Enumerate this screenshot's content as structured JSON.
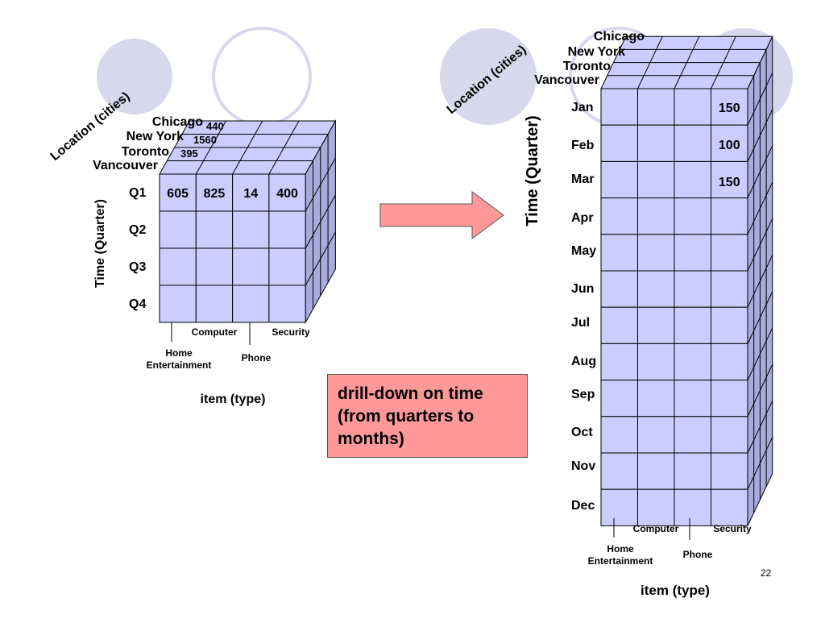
{
  "colors": {
    "cube_face": "#ccccff",
    "cube_side": "#aaaadd",
    "cube_top": "#ccccff",
    "grid_line": "#000000",
    "circle_fill": "#d8d8ec",
    "circle_outline": "#d8d8ec",
    "arrow_fill": "#ff9999",
    "note_fill": "#ff9999"
  },
  "left_cube": {
    "location_axis_label": "Location (cities)",
    "time_axis_label": "Time (Quarter)",
    "item_axis_label": "item (type)",
    "cities": [
      "Chicago",
      "New York",
      "Toronto",
      "Vancouver"
    ],
    "depth_values": [
      "440",
      "1560",
      "395"
    ],
    "rows": [
      "Q1",
      "Q2",
      "Q3",
      "Q4"
    ],
    "first_row_values": [
      "605",
      "825",
      "14",
      "400"
    ],
    "item_types": [
      "Home Entertainment",
      "Computer",
      "Phone",
      "Security"
    ]
  },
  "right_cube": {
    "location_axis_label": "Location (cities)",
    "time_axis_label": "Time (Quarter)",
    "item_axis_label": "item (type)",
    "cities": [
      "Chicago",
      "New York",
      "Toronto",
      "Vancouver"
    ],
    "rows": [
      "Jan",
      "Feb",
      "Mar",
      "Apr",
      "May",
      "Jun",
      "Jul",
      "Aug",
      "Sep",
      "Oct",
      "Nov",
      "Dec"
    ],
    "last_column_values": [
      "150",
      "100",
      "150"
    ],
    "item_types": [
      "Home Entertainment",
      "Computer",
      "Phone",
      "Security"
    ]
  },
  "note": "drill-down on time (from quarters to months)",
  "page_number": "22"
}
